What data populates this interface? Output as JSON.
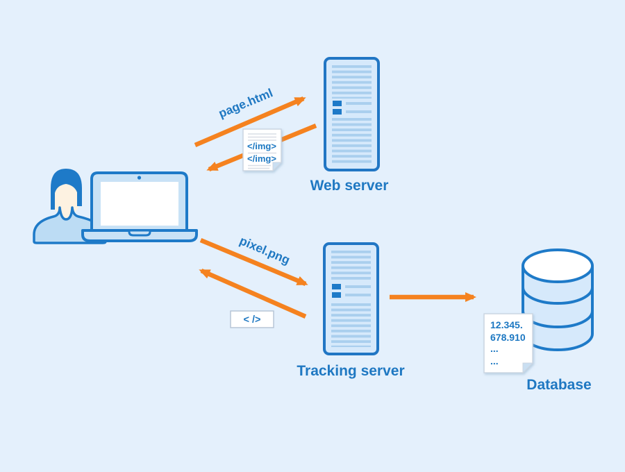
{
  "diagram": {
    "background_color": "#E4F0FC",
    "colors": {
      "outline_blue": "#1E7AC8",
      "node_fill_blue": "#D6E9FB",
      "stripe_blue": "#AACFEE",
      "label_blue": "#1F78C2",
      "arrow_orange": "#F5821F",
      "skin": "#FDF2E1",
      "shirt_blue": "#BCDCF4",
      "paper_white": "#FFFFFF",
      "fold_blue": "#C9DFF2"
    },
    "icons": {
      "user": "person-icon",
      "laptop": "laptop-icon",
      "web_server": "server-icon",
      "tracking_server": "server-icon",
      "database": "database-cylinder-icon",
      "html_snippet": "document-icon",
      "pixel_code": "code-box-icon",
      "log_record": "document-icon"
    },
    "nodes": {
      "web_server": {
        "label": "Web server"
      },
      "tracking_server": {
        "label": "Tracking server"
      },
      "database": {
        "label": "Database"
      }
    },
    "flows": {
      "page_request": {
        "label": "page.html",
        "direction": "browser to web server and back"
      },
      "pixel_request": {
        "label": "pixel.png",
        "direction": "browser to tracking server and back"
      },
      "store_record": {
        "label": "",
        "direction": "tracking server to database"
      }
    },
    "documents": {
      "html_snippet": {
        "lines": [
          "</img>",
          "</img>"
        ]
      },
      "pixel_code": {
        "label": "< />"
      },
      "log_record": {
        "lines": [
          "12.345.",
          "678.910",
          "...",
          "..."
        ]
      }
    }
  }
}
